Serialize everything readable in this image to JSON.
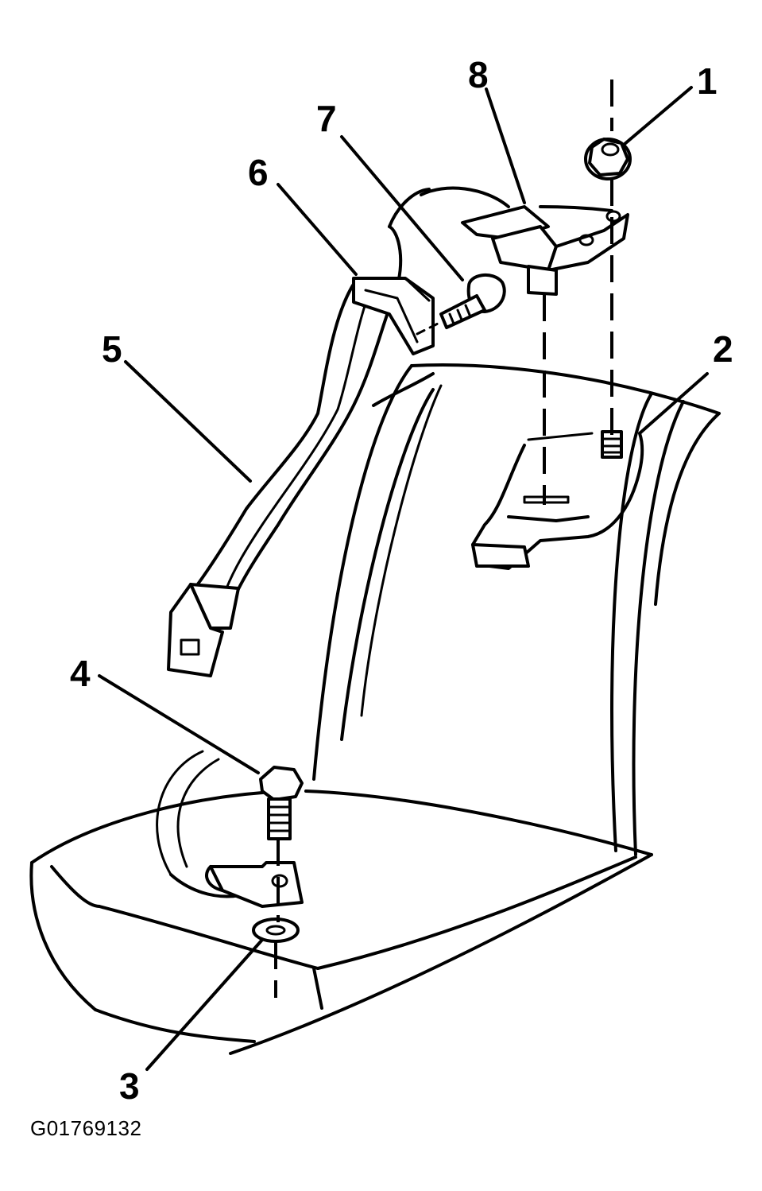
{
  "figure_id": "G01769132",
  "callouts": {
    "c1": "1",
    "c2": "2",
    "c3": "3",
    "c4": "4",
    "c5": "5",
    "c6": "6",
    "c7": "7",
    "c8": "8"
  }
}
